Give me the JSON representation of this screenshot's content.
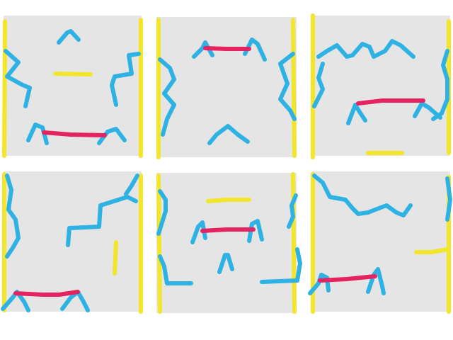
{
  "colors": {
    "page_background": "#ffffff",
    "panel_background": "#e5e5e5",
    "wall_stroke": "#f3e62a",
    "accent_blue": "#2eb2e3",
    "accent_red": "#e52360",
    "accent_yellow": "#f3e62a"
  },
  "panels": [
    {
      "id": "panel-1",
      "position": "top-left"
    },
    {
      "id": "panel-2",
      "position": "top-center"
    },
    {
      "id": "panel-3",
      "position": "top-right"
    },
    {
      "id": "panel-4",
      "position": "bottom-left"
    },
    {
      "id": "panel-5",
      "position": "bottom-center"
    },
    {
      "id": "panel-6",
      "position": "bottom-right"
    }
  ]
}
